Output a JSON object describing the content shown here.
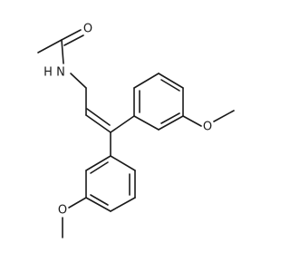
{
  "molecule": {
    "atoms": {
      "carbonyl_oxygen": "O",
      "amide_nitrogen": "H N",
      "ring1_methoxy_oxygen": "O",
      "ring2_methoxy_oxygen": "O"
    }
  },
  "colors": {
    "bond": "#1a1a1a",
    "label": "#1a1a1a",
    "background": "#ffffff"
  }
}
